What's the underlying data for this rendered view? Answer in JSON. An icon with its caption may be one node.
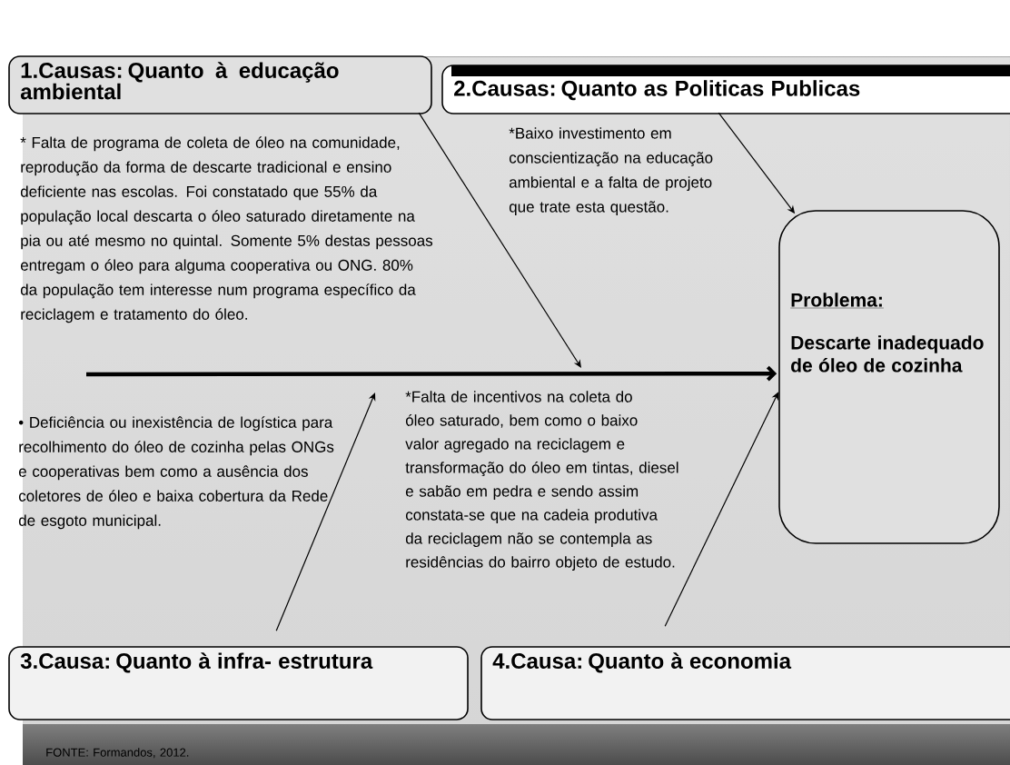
{
  "diagram": {
    "nodes": [
      {
        "text": [
          "1.Causas: Quanto à educação ambiental"
        ]
      },
      {
        "text": [
          "2.Causas: Quanto as Politicas Publicas"
        ]
      },
      {
        "text": [
          "3.Causa: Quanto à infra- estrutura"
        ]
      },
      {
        "text": [
          "4.Causa: Quanto à economia"
        ]
      },
      {
        "text": [
          "Problema:",
          "Descarte inadequado de óleo de cozinha"
        ]
      }
    ],
    "edges": [
      {
        "from": null,
        "to": 4,
        "arrow": "to",
        "style": "thick"
      },
      {
        "from": 0,
        "to": null,
        "arrow": "to"
      },
      {
        "from": 1,
        "to": 4,
        "arrow": "to"
      },
      {
        "from": 2,
        "to": null,
        "arrow": "to"
      },
      {
        "from": 3,
        "to": 4,
        "arrow": "to"
      }
    ],
    "labels": [
      "* Falta de programa de coleta de óleo na comunidade, reprodução da forma de descarte tradicional e ensino deficiente nas escolas. Foi constatado que 55% da população local descarta o óleo saturado diretamente na pia ou até mesmo no quintal. Somente 5% destas pessoas entregam o óleo para alguma cooperativa ou ONG. 80%  da população tem interesse num programa específico da reciclagem e tratamento do óleo.",
      "*Baixo investimento em conscientização na educação ambiental e a falta de projeto que trate esta questão.",
      "• Deficiência ou inexistência de logística para recolhimento do óleo de cozinha pelas ONGs e cooperativas bem como a ausência dos coletores de óleo e baixa cobertura da Rede de esgoto municipal.",
      "*Falta de incentivos na coleta do óleo saturado, bem como o baixo valor agregado na reciclagem e transformação do óleo em tintas, diesel e sabão em pedra e sendo assim constata-se que na cadeia produtiva da reciclagem não se contempla as residências do bairro objeto de estudo.",
      "FONTE: Formandos, 2012."
    ]
  }
}
